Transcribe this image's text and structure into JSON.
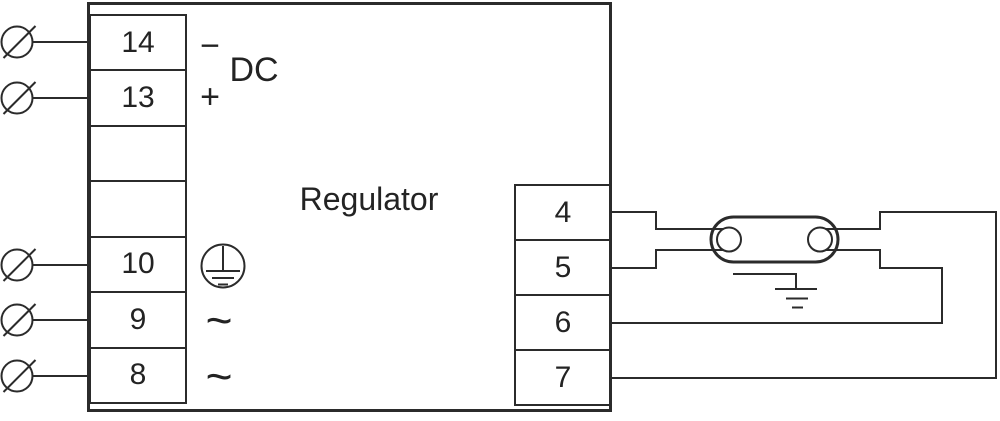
{
  "regulator": {
    "label": "Regulator"
  },
  "labels": {
    "dc": "DC",
    "minus": "−",
    "plus": "+",
    "tilde_9": "~",
    "tilde_8": "~"
  },
  "terminals": {
    "left": [
      "14",
      "13",
      "",
      "",
      "10",
      "9",
      "8"
    ],
    "right": [
      "4",
      "5",
      "6",
      "7"
    ]
  },
  "icons": {
    "screw_terminal": "screw-terminal-icon",
    "protective_earth": "protective-earth-icon",
    "lamp": "fluorescent-lamp-icon",
    "earth_ground": "earth-ground-icon"
  },
  "colors": {
    "line": "#2b2b2b",
    "text": "#232323",
    "background": "#ffffff"
  }
}
